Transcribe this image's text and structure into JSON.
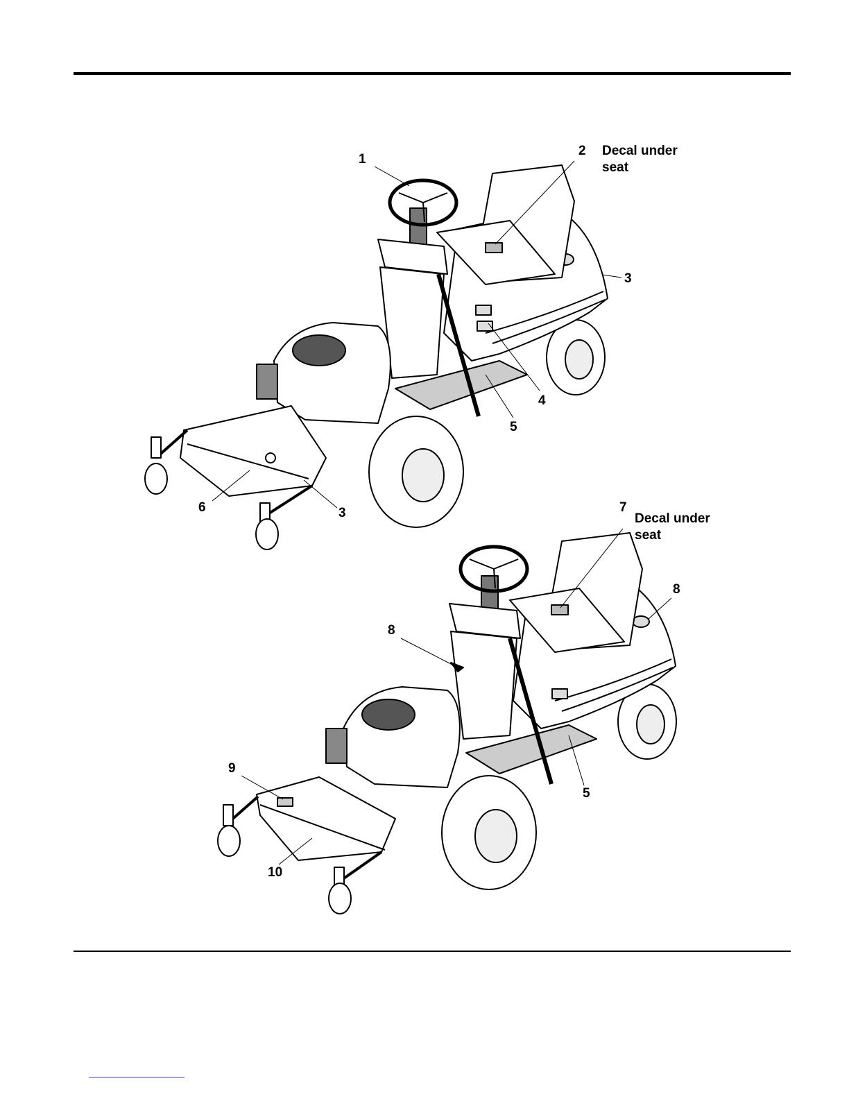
{
  "figure": {
    "callouts": {
      "c1": "1",
      "c2": "2",
      "c3a": "3",
      "c4": "4",
      "c5a": "5",
      "c5b": "5",
      "c6": "6",
      "c3b": "3",
      "c7": "7",
      "c8a": "8",
      "c8b": "8",
      "c9": "9",
      "c10": "10"
    },
    "notes": {
      "top": "Decal under seat",
      "bottom": "Decal under seat"
    }
  },
  "colors": {
    "line": "#000000",
    "fill": "#ffffff",
    "shade": "#d9d9d9",
    "link": "#3344cc"
  }
}
